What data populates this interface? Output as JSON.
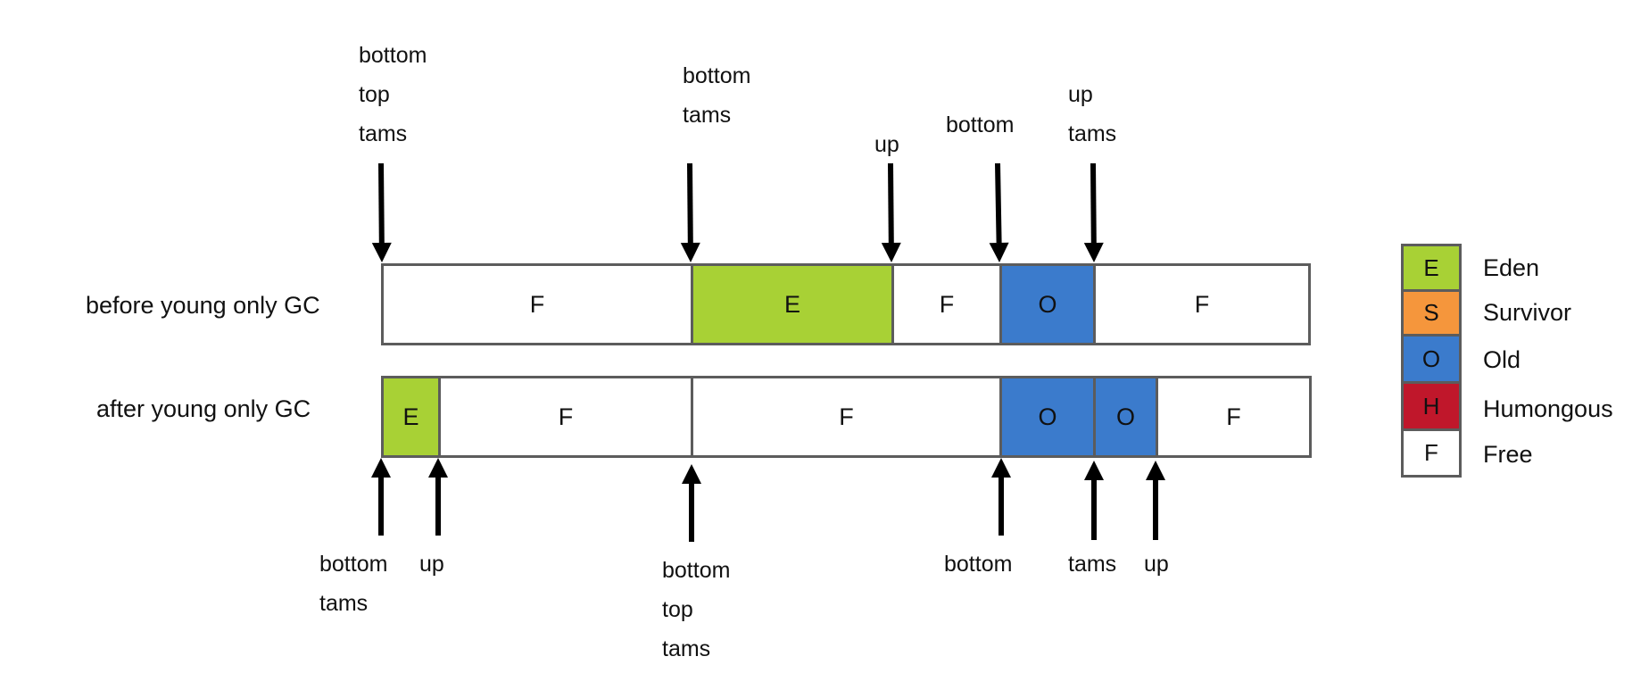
{
  "rows": [
    {
      "label": "before young only GC",
      "segments": [
        {
          "letter": "F",
          "type": "free"
        },
        {
          "letter": "E",
          "type": "eden"
        },
        {
          "letter": "F",
          "type": "free"
        },
        {
          "letter": "O",
          "type": "old"
        },
        {
          "letter": "F",
          "type": "free"
        }
      ]
    },
    {
      "label": "after young only GC",
      "segments": [
        {
          "letter": "E",
          "type": "eden"
        },
        {
          "letter": "F",
          "type": "free"
        },
        {
          "letter": "F",
          "type": "free"
        },
        {
          "letter": "O",
          "type": "old"
        },
        {
          "letter": "O",
          "type": "old"
        },
        {
          "letter": "F",
          "type": "free"
        }
      ]
    }
  ],
  "top_pointers": [
    {
      "lines": [
        "bottom",
        "top",
        "tams"
      ]
    },
    {
      "lines": [
        "bottom",
        "tams"
      ]
    },
    {
      "lines": [
        "up"
      ]
    },
    {
      "lines": [
        "bottom"
      ]
    },
    {
      "lines": [
        "up",
        "tams"
      ]
    }
  ],
  "bottom_pointers": [
    {
      "lines": [
        "bottom",
        "tams"
      ]
    },
    {
      "lines": [
        "up"
      ]
    },
    {
      "lines": [
        "bottom",
        "top",
        "tams"
      ]
    },
    {
      "lines": [
        "bottom"
      ]
    },
    {
      "lines": [
        "tams"
      ]
    },
    {
      "lines": [
        "up"
      ]
    }
  ],
  "legend": [
    {
      "letter": "E",
      "name": "Eden",
      "color": "#a8d135"
    },
    {
      "letter": "S",
      "name": "Survivor",
      "color": "#f5963c"
    },
    {
      "letter": "O",
      "name": "Old",
      "color": "#3b7bcc"
    },
    {
      "letter": "H",
      "name": "Humongous",
      "color": "#c0172b"
    },
    {
      "letter": "F",
      "name": "Free",
      "color": "#ffffff"
    }
  ],
  "colors": {
    "eden": "#a8d135",
    "old": "#3b7bcc",
    "free": "#ffffff",
    "border": "#5c5c5c",
    "arrow": "#000000"
  }
}
